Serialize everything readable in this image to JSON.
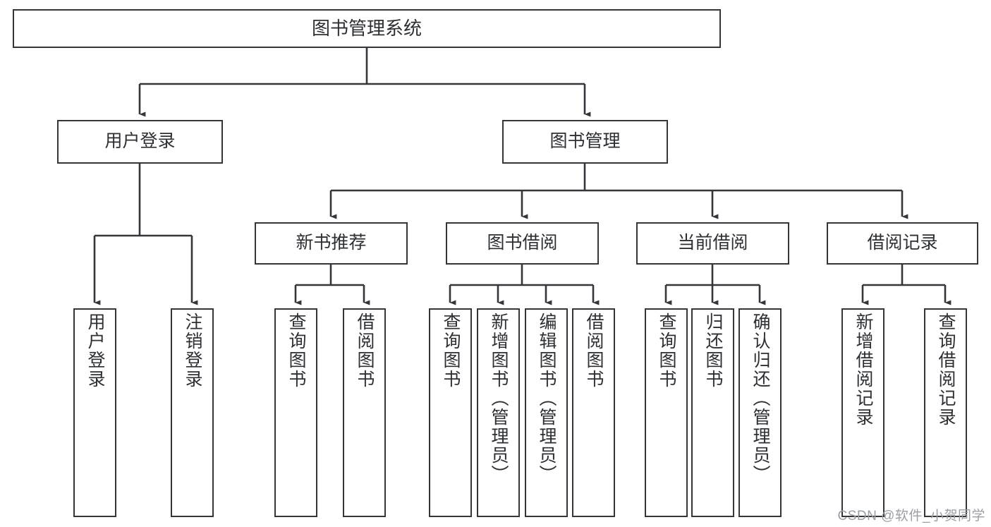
{
  "diagram": {
    "title": "图书管理系统",
    "type": "tree-hierarchy-chart",
    "levels": {
      "root": {
        "label": "图书管理系统",
        "orientation": "horizontal"
      },
      "level2": [
        {
          "id": "user-login",
          "label": "用户登录",
          "orientation": "horizontal"
        },
        {
          "id": "book-management",
          "label": "图书管理",
          "orientation": "horizontal"
        }
      ],
      "level3": [
        {
          "id": "new-book-recommend",
          "label": "新书推荐",
          "orientation": "horizontal",
          "parent": "book-management"
        },
        {
          "id": "book-borrow",
          "label": "图书借阅",
          "orientation": "horizontal",
          "parent": "book-management"
        },
        {
          "id": "current-borrow",
          "label": "当前借阅",
          "orientation": "horizontal",
          "parent": "book-management"
        },
        {
          "id": "borrow-record",
          "label": "借阅记录",
          "orientation": "horizontal",
          "parent": "book-management"
        }
      ],
      "leaves": [
        {
          "id": "leaf-user-login",
          "label": "用户登录",
          "parent": "user-login"
        },
        {
          "id": "leaf-logout-login",
          "label": "注销登录",
          "parent": "user-login"
        },
        {
          "id": "leaf-query-book-1",
          "label": "查询图书",
          "parent": "new-book-recommend"
        },
        {
          "id": "leaf-borrow-book-1",
          "label": "借阅图书",
          "parent": "new-book-recommend"
        },
        {
          "id": "leaf-query-book-2",
          "label": "查询图书",
          "parent": "book-borrow"
        },
        {
          "id": "leaf-add-book",
          "label": "新增图书（管理员）",
          "parent": "book-borrow"
        },
        {
          "id": "leaf-edit-book",
          "label": "编辑图书（管理员）",
          "parent": "book-borrow"
        },
        {
          "id": "leaf-borrow-book-2",
          "label": "借阅图书",
          "parent": "book-borrow"
        },
        {
          "id": "leaf-query-book-3",
          "label": "查询图书",
          "parent": "current-borrow"
        },
        {
          "id": "leaf-return-book",
          "label": "归还图书",
          "parent": "current-borrow"
        },
        {
          "id": "leaf-confirm-return",
          "label": "确认归还（管理员）",
          "parent": "current-borrow"
        },
        {
          "id": "leaf-add-borrow-record",
          "label": "新增借阅记录",
          "parent": "borrow-record"
        },
        {
          "id": "leaf-query-borrow-record",
          "label": "查询借阅记录",
          "parent": "borrow-record"
        }
      ]
    },
    "colors": {
      "border": "#33363b",
      "background": "#ffffff",
      "text": "#2c2f33",
      "connector": "#33363b",
      "watermark": "#9b9ea3"
    }
  },
  "watermark": {
    "text": "CSDN @软件_小贺同学"
  }
}
